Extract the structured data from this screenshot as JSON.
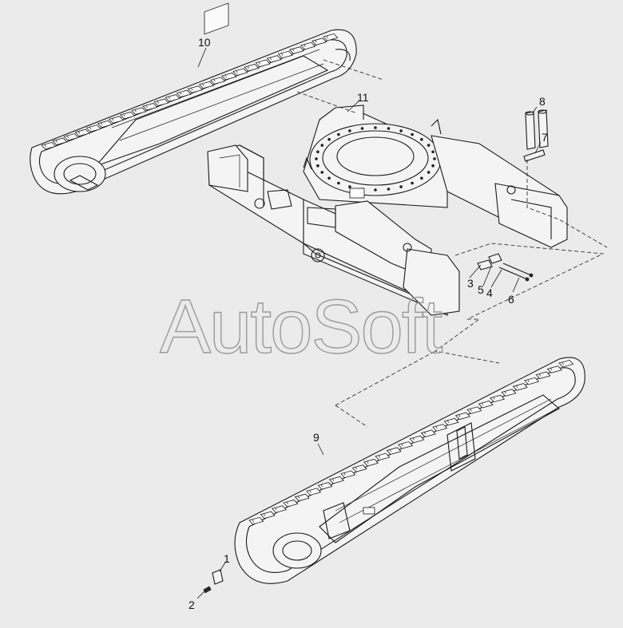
{
  "diagram": {
    "callouts": [
      {
        "id": "c1",
        "text": "1"
      },
      {
        "id": "c2",
        "text": "2"
      },
      {
        "id": "c3",
        "text": "3"
      },
      {
        "id": "c4",
        "text": "4"
      },
      {
        "id": "c5",
        "text": "5"
      },
      {
        "id": "c6",
        "text": "6"
      },
      {
        "id": "c7",
        "text": "7"
      },
      {
        "id": "c8",
        "text": "8"
      },
      {
        "id": "c9",
        "text": "9"
      },
      {
        "id": "c10",
        "text": "10"
      },
      {
        "id": "c11",
        "text": "11"
      }
    ],
    "watermark": "AutoSoft"
  },
  "colors": {
    "background": "#ebebeb",
    "linework": "#1a1a1a",
    "watermark": "#9a9a9a"
  }
}
